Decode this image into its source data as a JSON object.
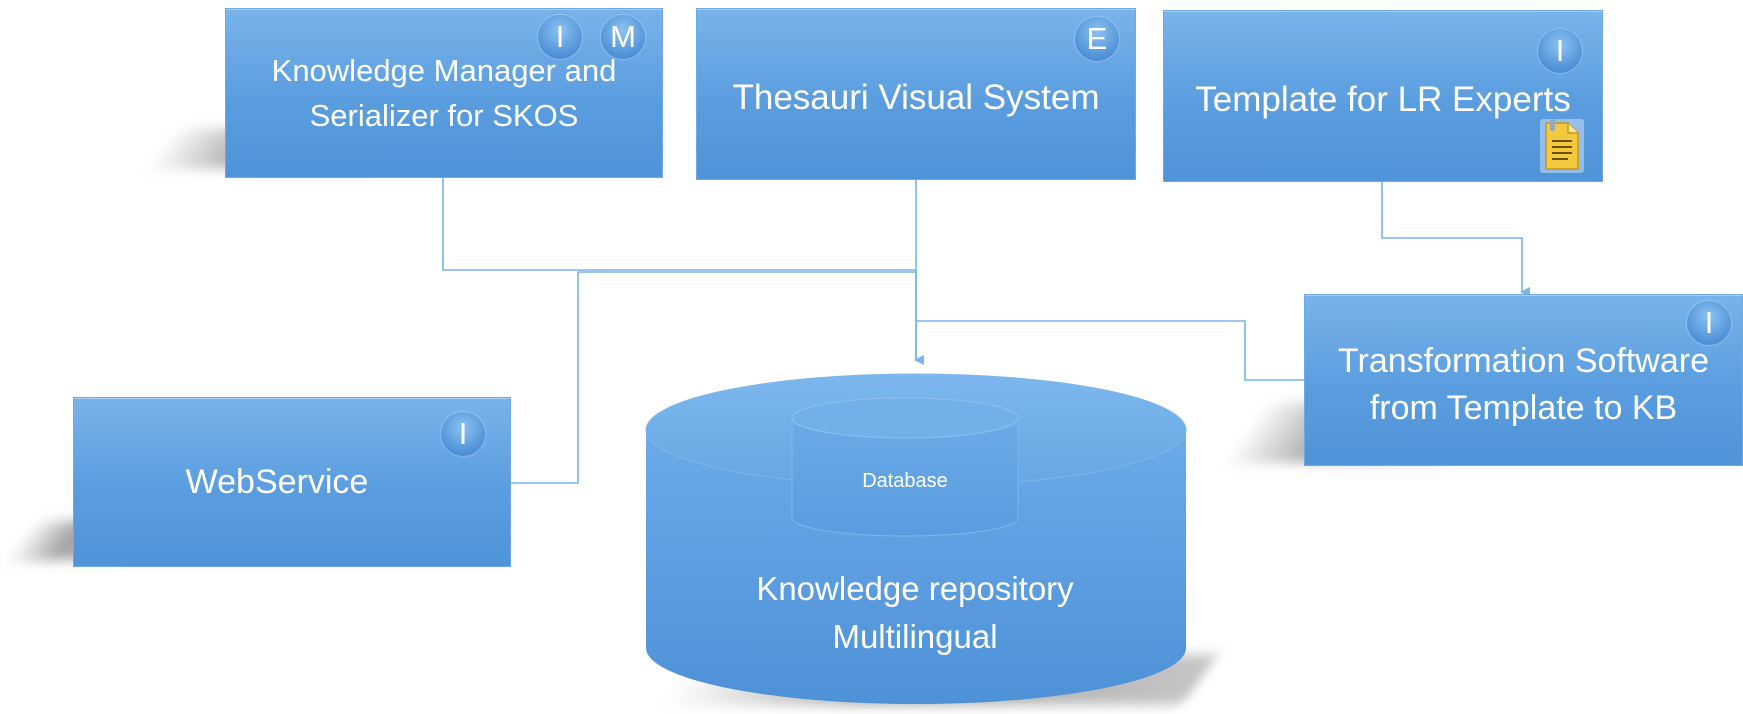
{
  "nodes": {
    "knowledge_manager": {
      "label": "Knowledge Manager and\nSerializer for SKOS",
      "badges": [
        "I",
        "M"
      ]
    },
    "thesauri": {
      "label": "Thesauri Visual System",
      "badges": [
        "E"
      ]
    },
    "template": {
      "label": "Template for LR Experts",
      "badges": [
        "I"
      ],
      "icon": "document-icon"
    },
    "transformation": {
      "label": "Transformation Software\nfrom Template to KB",
      "badges": [
        "I"
      ]
    },
    "webservice": {
      "label": "WebService",
      "badges": [
        "I"
      ]
    },
    "repository": {
      "label": "Knowledge repository\nMultilingual",
      "inner_label": "Database"
    }
  },
  "colors": {
    "box_fill": "#5a9ddf",
    "connector": "#7ab4e8",
    "document_icon": "#f3c93e"
  }
}
